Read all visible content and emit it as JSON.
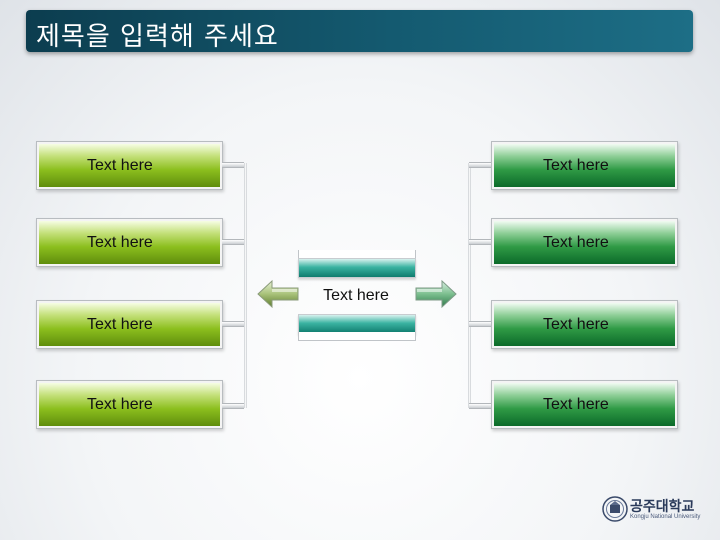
{
  "title": "제목을 입력해 주세요",
  "left_boxes": [
    {
      "label": "Text here"
    },
    {
      "label": "Text here"
    },
    {
      "label": "Text here"
    },
    {
      "label": "Text here"
    }
  ],
  "right_boxes": [
    {
      "label": "Text here"
    },
    {
      "label": "Text here"
    },
    {
      "label": "Text here"
    },
    {
      "label": "Text here"
    }
  ],
  "center": {
    "label": "Text here"
  },
  "logo": {
    "name_ko": "공주대학교",
    "name_en": "Kongju National University"
  },
  "colors": {
    "title_bar": "#145a70",
    "left_green": "#8cbf1e",
    "right_green": "#2f9a45",
    "center_teal": "#3bb3a2"
  }
}
